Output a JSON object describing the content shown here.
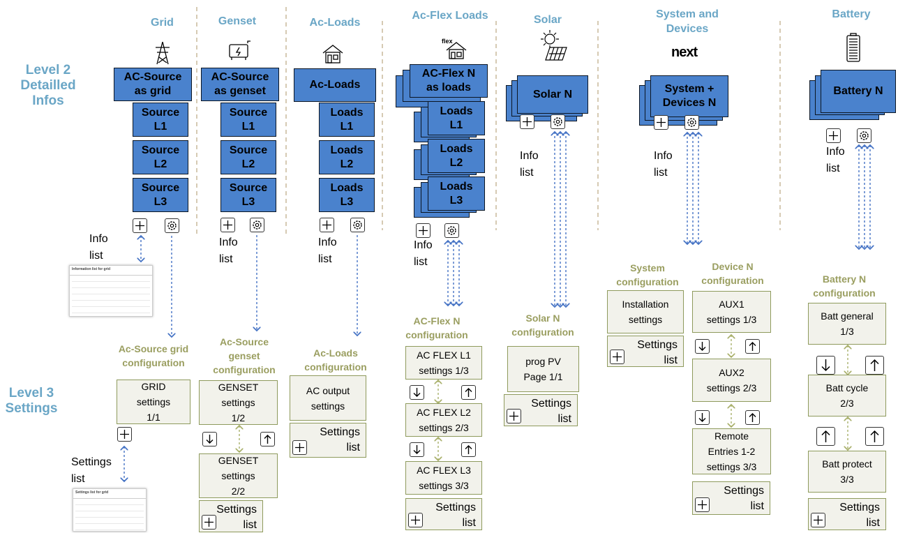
{
  "columns": {
    "grid": "Grid",
    "genset": "Genset",
    "ac_loads": "Ac-Loads",
    "ac_flex": "Ac-Flex Loads",
    "solar": "Solar",
    "system": "System and\nDevices",
    "battery": "Battery"
  },
  "logos": {
    "flex": "flex",
    "next": "next"
  },
  "levels": {
    "level2": "Level 2\nDetailled\nInfos",
    "level3": "Level 3\nSettings"
  },
  "level2_boxes": {
    "grid_main": "AC-Source\nas grid",
    "genset_main": "AC-Source\nas genset",
    "loads_main": "Ac-Loads",
    "flex_main": "AC-Flex N\nas loads",
    "solar_main": "Solar N",
    "system_main": "System +\nDevices N",
    "battery_main": "Battery N",
    "source_l1": "Source\nL1",
    "source_l2": "Source\nL2",
    "source_l3": "Source\nL3",
    "loads_l1": "Loads\nL1",
    "loads_l2": "Loads\nL2",
    "loads_l3": "Loads\nL3"
  },
  "labels": {
    "info_list": "Info\nlist",
    "settings_list": "Settings\nlist"
  },
  "sections": {
    "grid_cfg": "Ac-Source grid\nconfiguration",
    "genset_cfg": "Ac-Source\ngenset\nconfiguration",
    "loads_cfg": "Ac-Loads\nconfiguration",
    "flex_cfg": "AC-Flex N\nconfiguration",
    "solar_cfg": "Solar N\nconfiguration",
    "system_cfg": "System\nconfiguration",
    "device_cfg": "Device N\nconfiguration",
    "battery_cfg": "Battery N\nconfiguration"
  },
  "settings_boxes": {
    "grid_settings": "GRID\nsettings\n1/1",
    "genset_1": "GENSET\nsettings\n1/2",
    "genset_2": "GENSET\nsettings\n2/2",
    "ac_output": "AC output\nsettings",
    "flex_l1": "AC FLEX L1\nsettings 1/3",
    "flex_l2": "AC FLEX L2\nsettings 2/3",
    "flex_l3": "AC FLEX L3\nsettings 3/3",
    "prog_pv": "prog PV\nPage 1/1",
    "installation": "Installation\nsettings",
    "aux1": "AUX1\nsettings 1/3",
    "aux2": "AUX2\nsettings 2/3",
    "remote": "Remote\nEntries  1-2\nsettings 3/3",
    "batt_general": "Batt general\n1/3",
    "batt_cycle": "Batt cycle\n2/3",
    "batt_protect": "Batt protect\n3/3"
  },
  "thumbnails": {
    "info_title": "Information list for grid",
    "settings_title": "Settings list for grid"
  },
  "colors": {
    "title_blue": "#6aa6c6",
    "box_blue": "#4a82cd",
    "config_olive": "#9a9e60",
    "arrow_blue": "#4472c4",
    "arrow_olive": "#a9b06b"
  },
  "icons": [
    "pylon-icon",
    "generator-icon",
    "house-icon",
    "flex-house-icon",
    "solar-panel-icon",
    "next-logo",
    "battery-icon",
    "plus-icon",
    "gear-icon",
    "arrow-up-icon",
    "arrow-down-icon"
  ]
}
